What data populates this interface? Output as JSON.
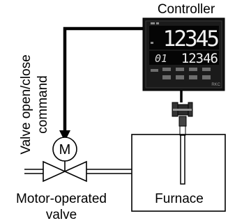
{
  "labels": {
    "controller": "Controller",
    "command_line1": "Valve open/close",
    "command_line2": "command",
    "motor_symbol": "M",
    "valve_line1": "Motor-operated",
    "valve_line2": "valve",
    "furnace": "Furnace"
  },
  "controller_display": {
    "pv_value": "12345",
    "sv_prefix": "01",
    "sv_value": "12346",
    "brand": "RKC"
  },
  "colors": {
    "stroke": "#000000",
    "controller_body": "#0c0c0c",
    "display_digits": "#f2f2f2",
    "background": "#ffffff"
  }
}
